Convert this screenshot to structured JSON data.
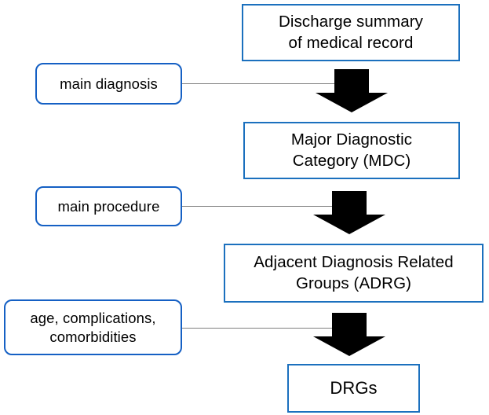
{
  "diagram": {
    "title": "DRG grouping flowchart",
    "colors": {
      "rect_border": "#1B70BE",
      "round_border": "#1560C4",
      "connector": "#7F7F7F",
      "arrow_fill": "#000000",
      "background": "#FFFFFF",
      "text": "#000000"
    },
    "nodes": {
      "discharge_summary": "Discharge summary\nof medical record",
      "main_diagnosis": "main diagnosis",
      "mdc": "Major Diagnostic\nCategory (MDC)",
      "main_procedure": "main procedure",
      "adrg": "Adjacent Diagnosis Related\nGroups (ADRG)",
      "age_complications": "age, complications,\ncomorbidities",
      "drgs": "DRGs"
    },
    "arrows": [
      {
        "name": "arrow-to-mdc",
        "from": "discharge_summary",
        "to": "mdc"
      },
      {
        "name": "arrow-to-adrg",
        "from": "mdc",
        "to": "adrg"
      },
      {
        "name": "arrow-to-drgs",
        "from": "adrg",
        "to": "drgs"
      }
    ],
    "connectors": [
      {
        "name": "connector-main-diagnosis",
        "from": "main_diagnosis",
        "to": "arrow-to-mdc"
      },
      {
        "name": "connector-main-procedure",
        "from": "main_procedure",
        "to": "arrow-to-adrg"
      },
      {
        "name": "connector-age-complications",
        "from": "age_complications",
        "to": "arrow-to-drgs"
      }
    ]
  }
}
